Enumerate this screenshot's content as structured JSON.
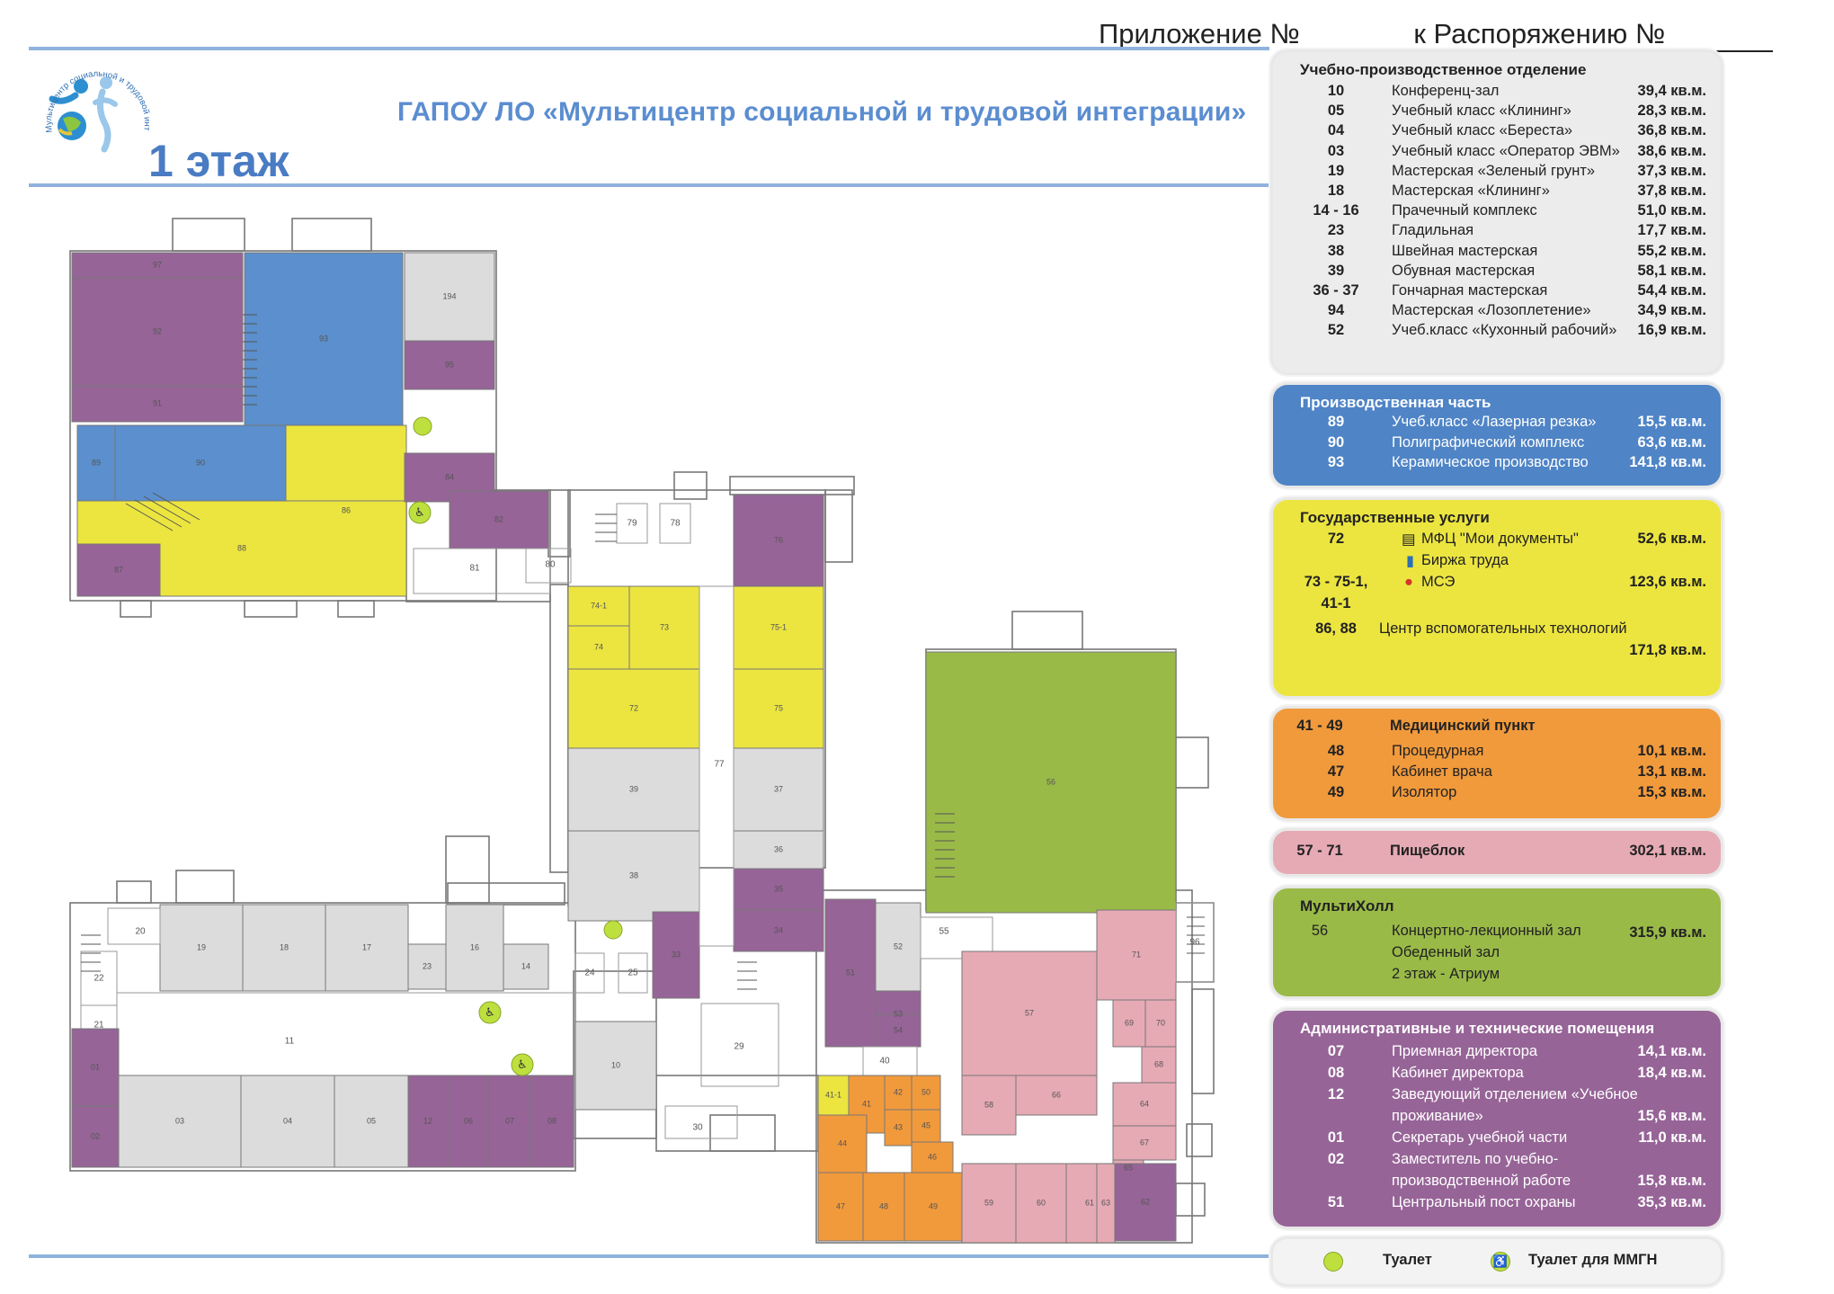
{
  "header": {
    "appendix_prefix": "Приложение №",
    "appendix_middle": "к Распоряжению №",
    "org_title": "ГАПОУ ЛО «Мультицентр социальной и трудовой интеграции»",
    "floor_title": "1 этаж",
    "logo_text": "Мультицентр социальной и трудовой интеграции"
  },
  "colors": {
    "gray": "#dcdcdc",
    "blue": "#5b8fcd",
    "yellow": "#ece540",
    "orange": "#f19a3c",
    "pink": "#e6aab5",
    "green": "#9aba48",
    "purple": "#966497",
    "toilet": "#bde03e"
  },
  "legend": {
    "teaching": {
      "title": "Учебно-производственное отделение",
      "rows": [
        {
          "num": "10",
          "name": "Конференц-зал",
          "area": "39,4 кв.м."
        },
        {
          "num": "05",
          "name": "Учебный класс «Клининг»",
          "area": "28,3 кв.м."
        },
        {
          "num": "04",
          "name": "Учебный класс «Береста»",
          "area": "36,8 кв.м."
        },
        {
          "num": "03",
          "name": "Учебный класс «Оператор ЭВМ»",
          "area": "38,6 кв.м."
        },
        {
          "num": "19",
          "name": "Мастерская «Зеленый грунт»",
          "area": "37,3 кв.м."
        },
        {
          "num": "18",
          "name": "Мастерская «Клининг»",
          "area": "37,8 кв.м."
        },
        {
          "num": "14 - 16",
          "name": "Прачечный комплекс",
          "area": "51,0 кв.м."
        },
        {
          "num": "23",
          "name": "Гладильная",
          "area": "17,7 кв.м."
        },
        {
          "num": "38",
          "name": "Швейная мастерская",
          "area": "55,2 кв.м."
        },
        {
          "num": "39",
          "name": "Обувная мастерская",
          "area": "58,1 кв.м."
        },
        {
          "num": "36 - 37",
          "name": "Гончарная мастерская",
          "area": "54,4 кв.м."
        },
        {
          "num": "94",
          "name": "Мастерская «Лозоплетение»",
          "area": "34,9 кв.м."
        },
        {
          "num": "52",
          "name": "Учеб.класс «Кухонный рабочий»",
          "area": "16,9 кв.м."
        }
      ]
    },
    "production": {
      "title": "Производственная часть",
      "rows": [
        {
          "num": "89",
          "name": "Учеб.класс «Лазерная резка»",
          "area": "15,5 кв.м."
        },
        {
          "num": "90",
          "name": "Полиграфический комплекс",
          "area": "63,6 кв.м."
        },
        {
          "num": "93",
          "name": "Керамическое производство",
          "area": "141,8 кв.м."
        }
      ]
    },
    "state": {
      "title": "Государственные услуги",
      "row1_num": "72",
      "row1_name1": "МФЦ \"Мои документы\"",
      "row1_area": "52,6 кв.м.",
      "row1_name2": "Биржа труда",
      "row2_num1": "73 - 75-1,",
      "row2_num2": "41-1",
      "row2_name": "МСЭ",
      "row2_area": "123,6 кв.м.",
      "row3_num": "86, 88",
      "row3_name": "Центр вспомогательных технологий",
      "row3_area": "171,8 кв.м."
    },
    "medical": {
      "range": "41 - 49",
      "title": "Медицинский пункт",
      "rows": [
        {
          "num": "48",
          "name": "Процедурная",
          "area": "10,1 кв.м."
        },
        {
          "num": "47",
          "name": "Кабинет врача",
          "area": "13,1 кв.м."
        },
        {
          "num": "49",
          "name": "Изолятор",
          "area": "15,3 кв.м."
        }
      ]
    },
    "food": {
      "num": "57 - 71",
      "name": "Пищеблок",
      "area": "302,1 кв.м."
    },
    "multihall": {
      "title": "МультиХолл",
      "num": "56",
      "name1": "Концертно-лекционный зал",
      "name2": "Обеденный зал",
      "name3": "2 этаж - Атриум",
      "area": "315,9 кв.м."
    },
    "admin": {
      "title": "Административные и технические помещения",
      "rows": [
        {
          "num": "07",
          "name": "Приемная директора",
          "area": "14,1 кв.м."
        },
        {
          "num": "08",
          "name": "Кабинет директора",
          "area": "18,4 кв.м."
        },
        {
          "num": "12",
          "name": "Заведующий отделением «Учебное",
          "area": ""
        },
        {
          "num": "",
          "name": "проживание»",
          "area": "15,6 кв.м."
        },
        {
          "num": "01",
          "name": "Секретарь учебной части",
          "area": "11,0 кв.м."
        },
        {
          "num": "02",
          "name": "Заместитель по учебно-",
          "area": ""
        },
        {
          "num": "",
          "name": "производственной работе",
          "area": "15,8 кв.м."
        },
        {
          "num": "51",
          "name": "Центральный пост охраны",
          "area": "35,3 кв.м."
        }
      ]
    },
    "toilets": {
      "toilet": "Туалет",
      "accessible": "Туалет для ММГН"
    }
  },
  "rooms": [
    {
      "n": "97",
      "c": "purple"
    },
    {
      "n": "92",
      "c": "purple"
    },
    {
      "n": "93",
      "c": "blue"
    },
    {
      "n": "194",
      "c": "gray"
    },
    {
      "n": "95",
      "c": "purple"
    },
    {
      "n": "91",
      "c": "purple"
    },
    {
      "n": "89",
      "c": "blue"
    },
    {
      "n": "90",
      "c": "blue"
    },
    {
      "n": "86",
      "c": "yellow"
    },
    {
      "n": "88",
      "c": "yellow"
    },
    {
      "n": "87",
      "c": "purple"
    },
    {
      "n": "84",
      "c": "purple"
    },
    {
      "n": "82",
      "c": "purple"
    },
    {
      "n": "81",
      "c": "white"
    },
    {
      "n": "80",
      "c": "white"
    },
    {
      "n": "79",
      "c": "white"
    },
    {
      "n": "78",
      "c": "white"
    },
    {
      "n": "76",
      "c": "purple"
    },
    {
      "n": "74-1",
      "c": "yellow"
    },
    {
      "n": "73",
      "c": "yellow"
    },
    {
      "n": "74",
      "c": "yellow"
    },
    {
      "n": "72",
      "c": "yellow"
    },
    {
      "n": "75-1",
      "c": "yellow"
    },
    {
      "n": "75",
      "c": "yellow"
    },
    {
      "n": "39",
      "c": "gray"
    },
    {
      "n": "37",
      "c": "gray"
    },
    {
      "n": "38",
      "c": "gray"
    },
    {
      "n": "36",
      "c": "gray"
    },
    {
      "n": "35",
      "c": "purple"
    },
    {
      "n": "34",
      "c": "purple"
    },
    {
      "n": "33",
      "c": "purple"
    },
    {
      "n": "77",
      "c": "white"
    },
    {
      "n": "56",
      "c": "green"
    },
    {
      "n": "19",
      "c": "gray"
    },
    {
      "n": "18",
      "c": "gray"
    },
    {
      "n": "17",
      "c": "gray"
    },
    {
      "n": "16",
      "c": "gray"
    },
    {
      "n": "23",
      "c": "gray"
    },
    {
      "n": "14",
      "c": "gray"
    },
    {
      "n": "24",
      "c": "white"
    },
    {
      "n": "25",
      "c": "white"
    },
    {
      "n": "20",
      "c": "white"
    },
    {
      "n": "22",
      "c": "white"
    },
    {
      "n": "21",
      "c": "white"
    },
    {
      "n": "11",
      "c": "white"
    },
    {
      "n": "01",
      "c": "purple"
    },
    {
      "n": "02",
      "c": "purple"
    },
    {
      "n": "03",
      "c": "gray"
    },
    {
      "n": "04",
      "c": "gray"
    },
    {
      "n": "05",
      "c": "gray"
    },
    {
      "n": "12",
      "c": "purple"
    },
    {
      "n": "06",
      "c": "purple"
    },
    {
      "n": "07",
      "c": "purple"
    },
    {
      "n": "08",
      "c": "purple"
    },
    {
      "n": "10",
      "c": "gray"
    },
    {
      "n": "51",
      "c": "purple"
    },
    {
      "n": "52",
      "c": "gray"
    },
    {
      "n": "53",
      "c": "purple"
    },
    {
      "n": "54",
      "c": "purple"
    },
    {
      "n": "55",
      "c": "white"
    },
    {
      "n": "29",
      "c": "white"
    },
    {
      "n": "30",
      "c": "white"
    },
    {
      "n": "40",
      "c": "white"
    },
    {
      "n": "57",
      "c": "pink"
    },
    {
      "n": "71",
      "c": "pink"
    },
    {
      "n": "69",
      "c": "pink"
    },
    {
      "n": "70",
      "c": "pink"
    },
    {
      "n": "68",
      "c": "pink"
    },
    {
      "n": "66",
      "c": "pink"
    },
    {
      "n": "58",
      "c": "pink"
    },
    {
      "n": "65",
      "c": "pink"
    },
    {
      "n": "64",
      "c": "pink"
    },
    {
      "n": "67",
      "c": "pink"
    },
    {
      "n": "59",
      "c": "pink"
    },
    {
      "n": "60",
      "c": "pink"
    },
    {
      "n": "61",
      "c": "pink"
    },
    {
      "n": "63",
      "c": "pink"
    },
    {
      "n": "62",
      "c": "purple"
    },
    {
      "n": "96",
      "c": "white"
    },
    {
      "n": "41-1",
      "c": "yellow"
    },
    {
      "n": "41",
      "c": "orange"
    },
    {
      "n": "42",
      "c": "orange"
    },
    {
      "n": "50",
      "c": "orange"
    },
    {
      "n": "43",
      "c": "orange"
    },
    {
      "n": "44",
      "c": "orange"
    },
    {
      "n": "45",
      "c": "orange"
    },
    {
      "n": "46",
      "c": "orange"
    },
    {
      "n": "47",
      "c": "orange"
    },
    {
      "n": "48",
      "c": "orange"
    },
    {
      "n": "49",
      "c": "orange"
    }
  ]
}
